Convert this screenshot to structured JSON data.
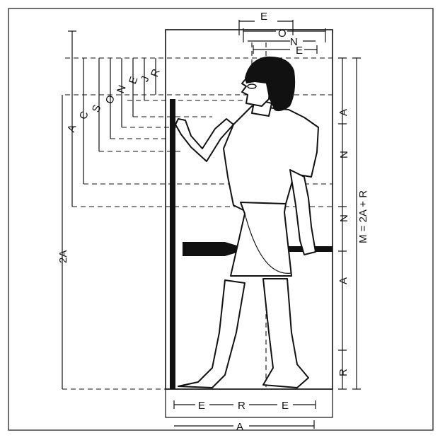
{
  "labels": {
    "top_e": "E",
    "top_o": "O",
    "top_n": "N",
    "top_e2": "E",
    "left_a": "A",
    "left_c": "C",
    "left_s": "S",
    "left_o": "O",
    "left_n": "N",
    "left_e": "E",
    "left_j": "J",
    "left_r": "R",
    "left_2a": "2A",
    "right_a_top": "A",
    "right_n_top": "N",
    "right_n_mid": "N",
    "right_a_low": "A",
    "right_r": "R",
    "right_m_formula": "M = 2A + R",
    "bottom_e_left": "E",
    "bottom_r": "R",
    "bottom_e_right": "E",
    "bottom_a": "A"
  }
}
